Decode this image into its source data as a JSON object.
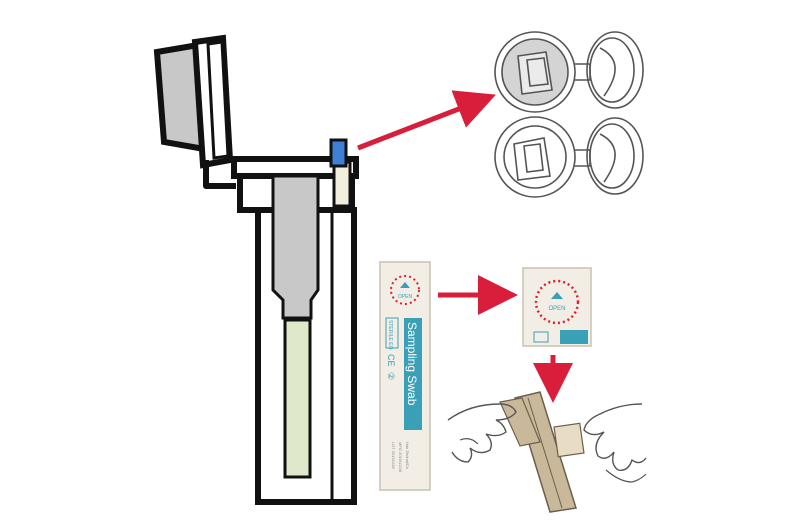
{
  "colors": {
    "outline": "#111111",
    "swab_gray": "#c8c8c8",
    "swab_tip": "#dfe8c8",
    "blue_tab": "#3f7fd8",
    "arrow": "#d81e3a",
    "package_bg": "#f2eee6",
    "package_accent": "#3aa0b8",
    "dotted_circle": "#e0202e",
    "sketch_line": "#555555",
    "pad_tan": "#c9b99a"
  },
  "swab_package": {
    "open_label": "OPEN",
    "title": "Sampling Swab",
    "sterile_mark": "STERILE EO",
    "ce_mark": "CE",
    "no_reuse_mark": "②",
    "lot_line": "LOT 20191228",
    "mfg_line": "MFG 2019/12/28",
    "maker_line": "Hair Zhuhai/Ch"
  },
  "opened_package": {
    "open_label": "OPEN"
  },
  "icons": {
    "tube": "specimen-tube-icon",
    "cap": "hinged-cap-icon",
    "arrow": "red-arrow-icon",
    "container": "round-container-icon",
    "hands": "hands-icon"
  }
}
